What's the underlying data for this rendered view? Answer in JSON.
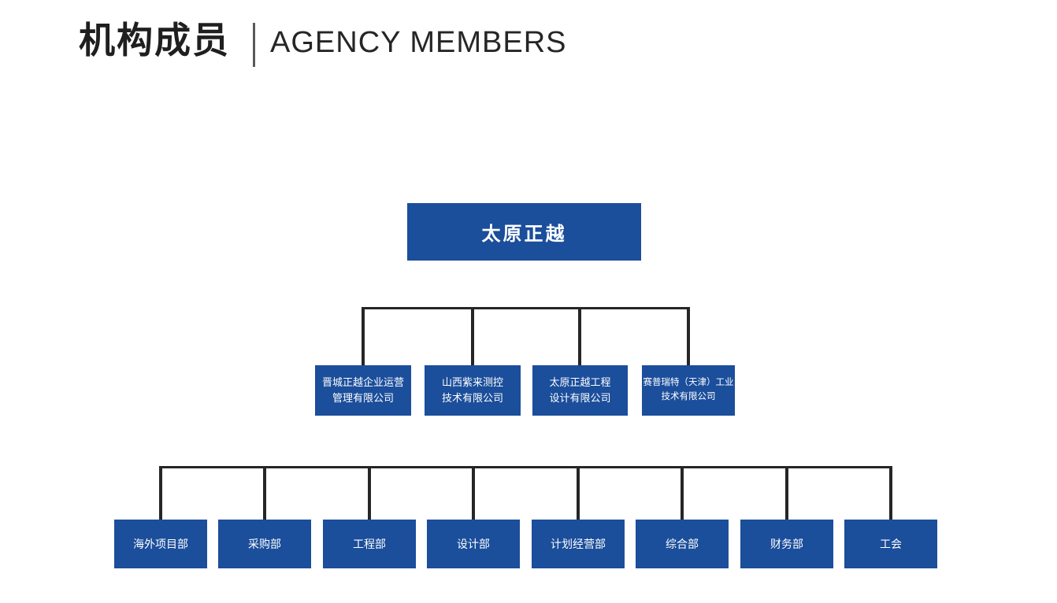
{
  "header": {
    "title_zh": "机构成员",
    "title_en": "AGENCY MEMBERS"
  },
  "org": {
    "root": {
      "label": "太原正越"
    },
    "subsidiaries": [
      {
        "line1": "晋城正越企业运营",
        "line2": "管理有限公司"
      },
      {
        "line1": "山西紫来测控",
        "line2": "技术有限公司"
      },
      {
        "line1": "太原正越工程",
        "line2": "设计有限公司"
      },
      {
        "line1": "赛普瑞特（天津）工业",
        "line2": "技术有限公司"
      }
    ],
    "departments": [
      "海外项目部",
      "采购部",
      "工程部",
      "设计部",
      "计划经营部",
      "综合部",
      "财务部",
      "工会"
    ]
  },
  "colors": {
    "box_blue": "#1b4e9b",
    "line_dark": "#262626",
    "title_text": "#1f1f1f"
  }
}
